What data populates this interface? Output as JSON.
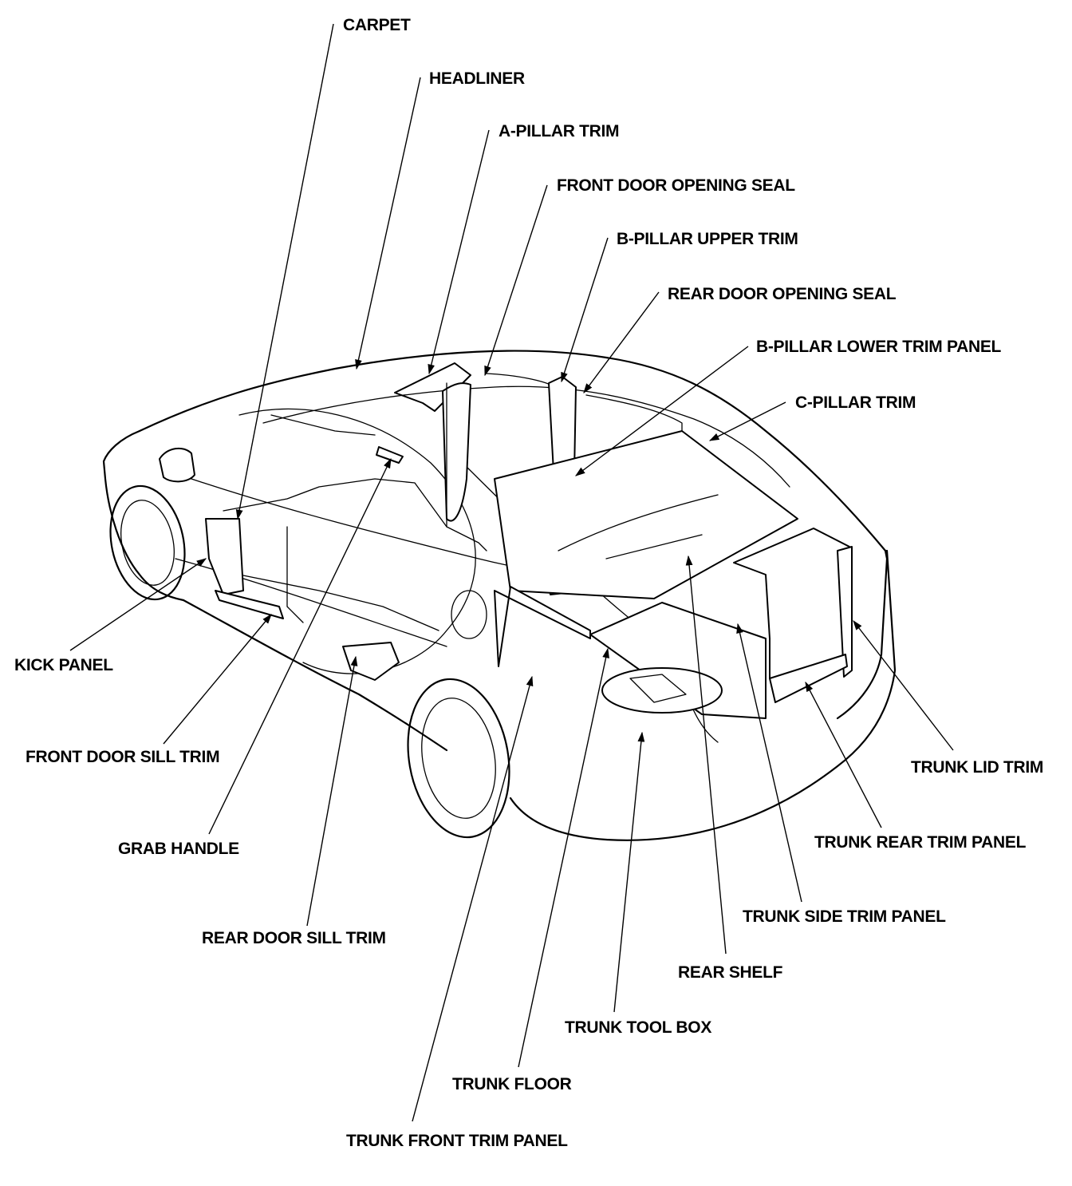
{
  "labels": {
    "carpet": "CARPET",
    "headliner": "HEADLINER",
    "a_pillar_trim": "A-PILLAR TRIM",
    "front_door_opening_seal": "FRONT DOOR OPENING SEAL",
    "b_pillar_upper_trim": "B-PILLAR UPPER TRIM",
    "rear_door_opening_seal": "REAR DOOR OPENING SEAL",
    "b_pillar_lower_trim_panel": "B-PILLAR LOWER TRIM PANEL",
    "c_pillar_trim": "C-PILLAR TRIM",
    "kick_panel": "KICK PANEL",
    "front_door_sill_trim": "FRONT DOOR SILL TRIM",
    "grab_handle": "GRAB HANDLE",
    "rear_door_sill_trim": "REAR DOOR SILL TRIM",
    "trunk_lid_trim": "TRUNK LID TRIM",
    "trunk_rear_trim_panel": "TRUNK REAR TRIM PANEL",
    "trunk_side_trim_panel": "TRUNK SIDE TRIM PANEL",
    "rear_shelf": "REAR SHELF",
    "trunk_tool_box": "TRUNK TOOL BOX",
    "trunk_floor": "TRUNK FLOOR",
    "trunk_front_trim_panel": "TRUNK FRONT TRIM PANEL"
  }
}
